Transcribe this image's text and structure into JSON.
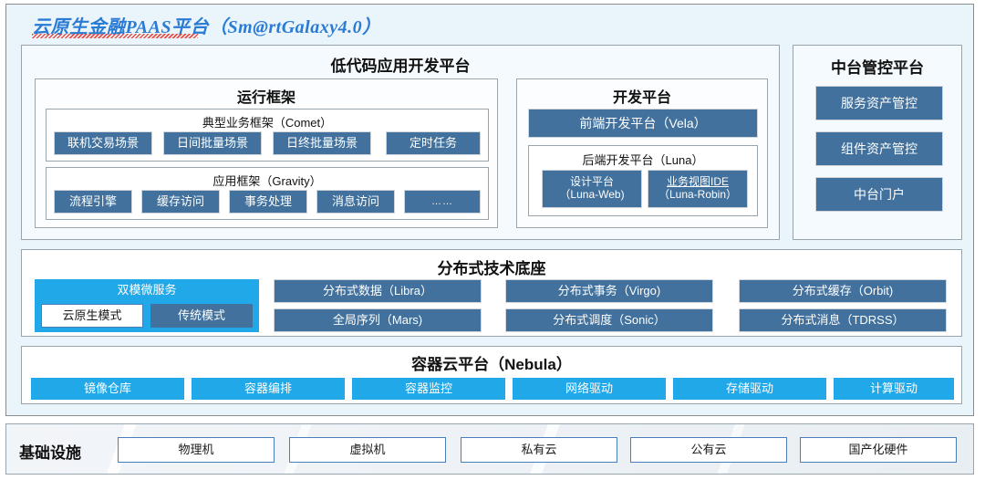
{
  "title": "云原生金融PAAS平台（Sm@rtGalaxy4.0）",
  "lowcode": {
    "heading": "低代码应用开发平台",
    "runtime": {
      "heading": "运行框架",
      "comet": {
        "heading": "典型业务框架（Comet）",
        "items": [
          "联机交易场景",
          "日间批量场景",
          "日终批量场景",
          "定时任务"
        ]
      },
      "gravity": {
        "heading": "应用框架（Gravity）",
        "items": [
          "流程引擎",
          "缓存访问",
          "事务处理",
          "消息访问",
          "……"
        ]
      }
    },
    "devplatform": {
      "heading": "开发平台",
      "frontend": "前端开发平台（Vela）",
      "backend": {
        "heading": "后端开发平台（Luna）",
        "items": [
          {
            "line1": "设计平台",
            "line2": "（Luna-Web)",
            "underline": false
          },
          {
            "line1": "业务视图IDE",
            "line2": "（Luna-Robin）",
            "underline": true
          }
        ]
      }
    }
  },
  "midoffice": {
    "heading": "中台管控平台",
    "items": [
      "服务资产管控",
      "组件资产管控",
      "中台门户"
    ]
  },
  "foundation": {
    "heading": "分布式技术底座",
    "dualmode": {
      "heading": "双模微服务",
      "cloudnative": "云原生模式",
      "traditional": "传统模式"
    },
    "columns": [
      [
        "分布式数据（Libra）",
        "全局序列（Mars)"
      ],
      [
        "分布式事务（Virgo)",
        "分布式调度（Sonic）"
      ],
      [
        "分布式缓存（Orbit)",
        "分布式消息（TDRSS）"
      ]
    ]
  },
  "container": {
    "heading": "容器云平台（Nebula）",
    "items": [
      "镜像仓库",
      "容器编排",
      "容器监控",
      "网络驱动",
      "存储驱动",
      "计算驱动"
    ]
  },
  "infrastructure": {
    "label": "基础设施",
    "items": [
      "物理机",
      "虚拟机",
      "私有云",
      "公有云",
      "国产化硬件"
    ]
  },
  "colors": {
    "steel_blue": "#41719c",
    "cyan": "#20a8e8",
    "title_blue": "#2a7bd4",
    "panel_bg": "#eaf4fb"
  }
}
